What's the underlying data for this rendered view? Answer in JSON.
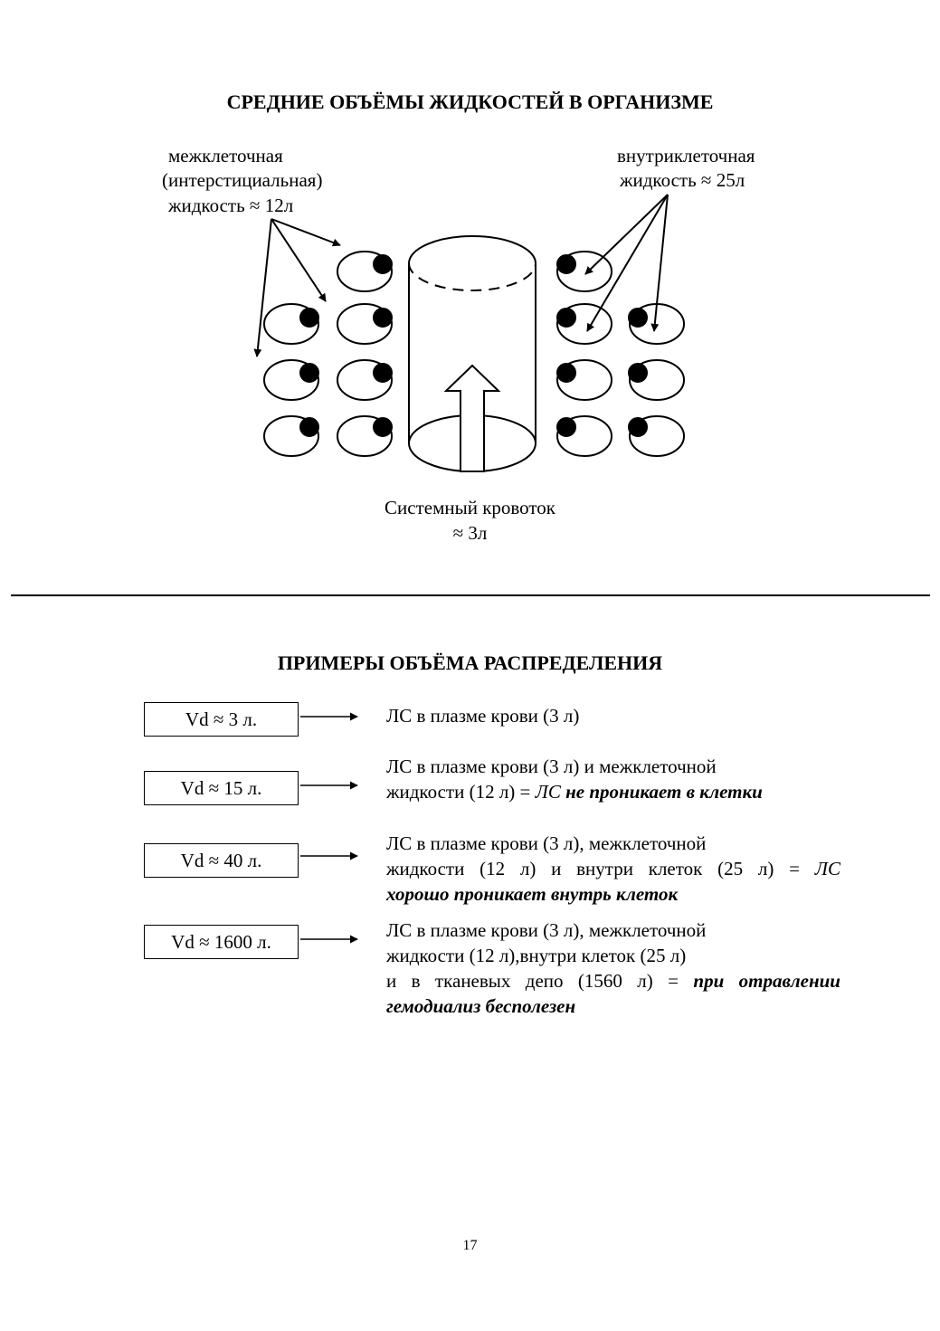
{
  "section1": {
    "title": "СРЕДНИЕ ОБЪЁМЫ ЖИДКОСТЕЙ В ОРГАНИЗМЕ",
    "interstitial_label": [
      "межклеточная",
      "(интерстициальная)",
      "жидкость ≈ 12л"
    ],
    "intracellular_label": [
      "внутриклеточная",
      "жидкость ≈ 25л"
    ],
    "blood_label": [
      "Системный кровоток",
      "≈ 3л"
    ]
  },
  "section2": {
    "title": "ПРИМЕРЫ ОБЪЁМА РАСПРЕДЕЛЕНИЯ",
    "rows": [
      {
        "vd": "Vd ≈ 3 л.",
        "line1": "ЛС в плазме крови (3 л)"
      },
      {
        "vd": "Vd ≈ 15 л.",
        "line1": "ЛС в плазме крови (3 л) и межклеточной",
        "line2_plain": "жидкости (12 л) = ",
        "line2_italic": "ЛС",
        "line2_bold": " не проникает в клетки"
      },
      {
        "vd": "Vd ≈ 40 л.",
        "line1": "ЛС в плазме крови (3 л), межклеточной",
        "line2_plain": "жидкости (12 л) и внутри клеток (25 л) = ",
        "line2_italic": "ЛС",
        "line3_bold": "хорошо проникает внутрь клеток"
      },
      {
        "vd": "Vd ≈ 1600 л.",
        "line1": "ЛС в плазме крови (3 л), межклеточной",
        "line2": "жидкости (12 л),внутри клеток (25 л)",
        "line3_plain": "и в тканевых депо (1560 л) = ",
        "line3_bold": "при отравлении",
        "line4_bold": "гемодиализ бесполезен"
      }
    ]
  },
  "page_number": "17"
}
